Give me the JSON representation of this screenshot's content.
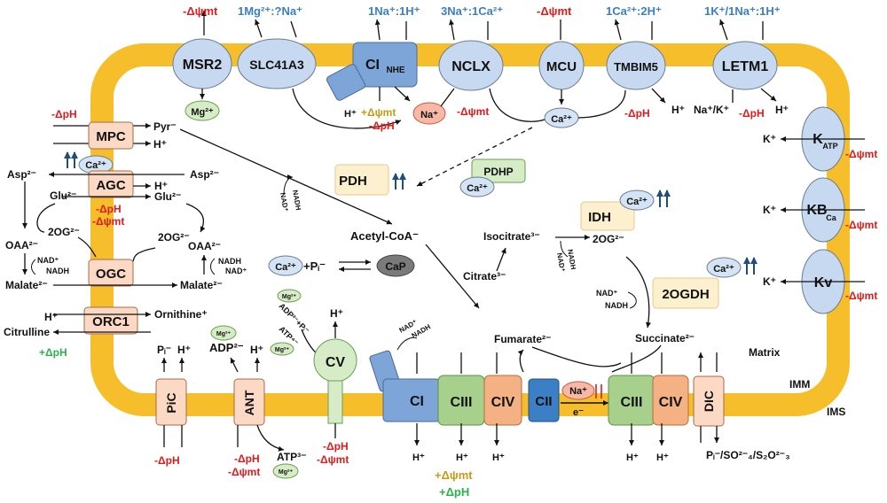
{
  "membrane": {
    "matrix": "Matrix",
    "imm": "IMM",
    "ims": "IMS"
  },
  "transporters": {
    "msr2": "MSR2",
    "slc41a3": "SLC41A3",
    "ci_nhe": "CI",
    "ci_nhe_sub": "NHE",
    "nclx": "NCLX",
    "mcu": "MCU",
    "tmbim5": "TMBIM5",
    "letm1": "LETM1",
    "mpc": "MPC",
    "agc": "AGC",
    "ogc": "OGC",
    "orc1": "ORC1",
    "katp": "K",
    "katp_sub": "ATP",
    "kbca": "KB",
    "kbca_sub": "Ca",
    "kv": "Kv",
    "pic": "PiC",
    "ant": "ANT",
    "cv": "CV",
    "ci": "CI",
    "ciii_a": "CIII",
    "civ_a": "CIV",
    "cii": "CII",
    "ciii_b": "CIII",
    "civ_b": "CIV",
    "dic": "DIC"
  },
  "stoich": {
    "msr2": "-Δψmt",
    "slc41a3": "1Mg²⁺:?Na⁺",
    "ci_nhe": "1Na⁺:1H⁺",
    "nclx": "3Na⁺:1Ca²⁺",
    "mcu": "-Δψmt",
    "tmbim5": "1Ca²⁺:2H⁺",
    "letm1": "1K⁺/1Na⁺:1H⁺"
  },
  "labels": {
    "mg": "Mg²⁺",
    "na": "Na⁺",
    "ca": "Ca²⁺",
    "h": "H⁺",
    "k": "K⁺",
    "pyr": "Pyr⁻",
    "nclx_h": "H⁺",
    "nclx_dpsi": "+Δψmt",
    "nclx_dph": "-ΔpH",
    "nclx_minus_dpsi": "-Δψmt",
    "tmbim_dph": "-ΔpH",
    "tmbim_h": "H⁺",
    "letm_nak": "Na⁺/K⁺",
    "letm_dph": "-ΔpH",
    "letm_h": "H⁺",
    "mpc_dph": "-ΔpH",
    "asp_l": "Asp²⁻",
    "asp_r": "Asp²⁻",
    "glu_l": "Glu²⁻",
    "glu_r": "Glu²⁻",
    "agc_dph": "-ΔpH",
    "agc_dpsi": "-Δψmt",
    "og_l": "2OG²⁻",
    "og_r": "2OG²⁻",
    "oaa_l": "OAA²⁻",
    "oaa_r": "OAA²⁻",
    "nad": "NAD⁺",
    "nadh": "NADH",
    "malate_l": "Malate²⁻",
    "malate_r": "Malate²⁻",
    "ornithine": "Ornithine⁺",
    "citrulline": "Citrulline",
    "orc_dph": "+ΔpH",
    "katp_dpsi": "-Δψmt",
    "kbca_dpsi": "-Δψmt",
    "kv_dpsi": "-Δψmt",
    "pdh": "PDH",
    "pdhp": "PDHP",
    "idh": "IDH",
    "ogdh": "2OGDH",
    "acetylcoa": "Acetyl-CoA⁻",
    "citrate": "Citrate³⁻",
    "isocitrate": "Isocitrate³⁻",
    "og_tca": "2OG²⁻",
    "succinate": "Succinate²⁻",
    "fumarate": "Fumarate²⁻",
    "capi": "+Pᵢ⁻",
    "cap": "CaP",
    "pi": "Pᵢ⁻",
    "adp": "ADP²⁻",
    "atp3": "ATP³⁻",
    "pic_dph": "-ΔpH",
    "ant_dph": "-ΔpH",
    "ant_dpsi": "-Δψmt",
    "cv_dph": "-ΔpH",
    "cv_dpsi": "-Δψmt",
    "cv_adp": "ADP³⁻+Pᵢ⁻",
    "cv_atp": "ATP⁴⁻",
    "chain_dpsi": "+Δψmt",
    "chain_dph": "+ΔpH",
    "e": "e⁻",
    "dic_sub": "Pᵢ⁻/SO²⁻₄/S₂O²⁻₃"
  },
  "colors": {
    "membrane": "#f5be2a",
    "transporter": "#c7d9f0",
    "exchanger_box": "#fbd9c4",
    "pdh_box": "#fdf0cf",
    "complex_ci": "#7ea5d7",
    "complex_ciii": "#a8d08d",
    "complex_civ": "#f4b183",
    "complex_cii": "#3b7fc4",
    "green_circle": "#d6ecc6",
    "red_text": "#e01b1b",
    "blue_text": "#3b7fc4"
  }
}
